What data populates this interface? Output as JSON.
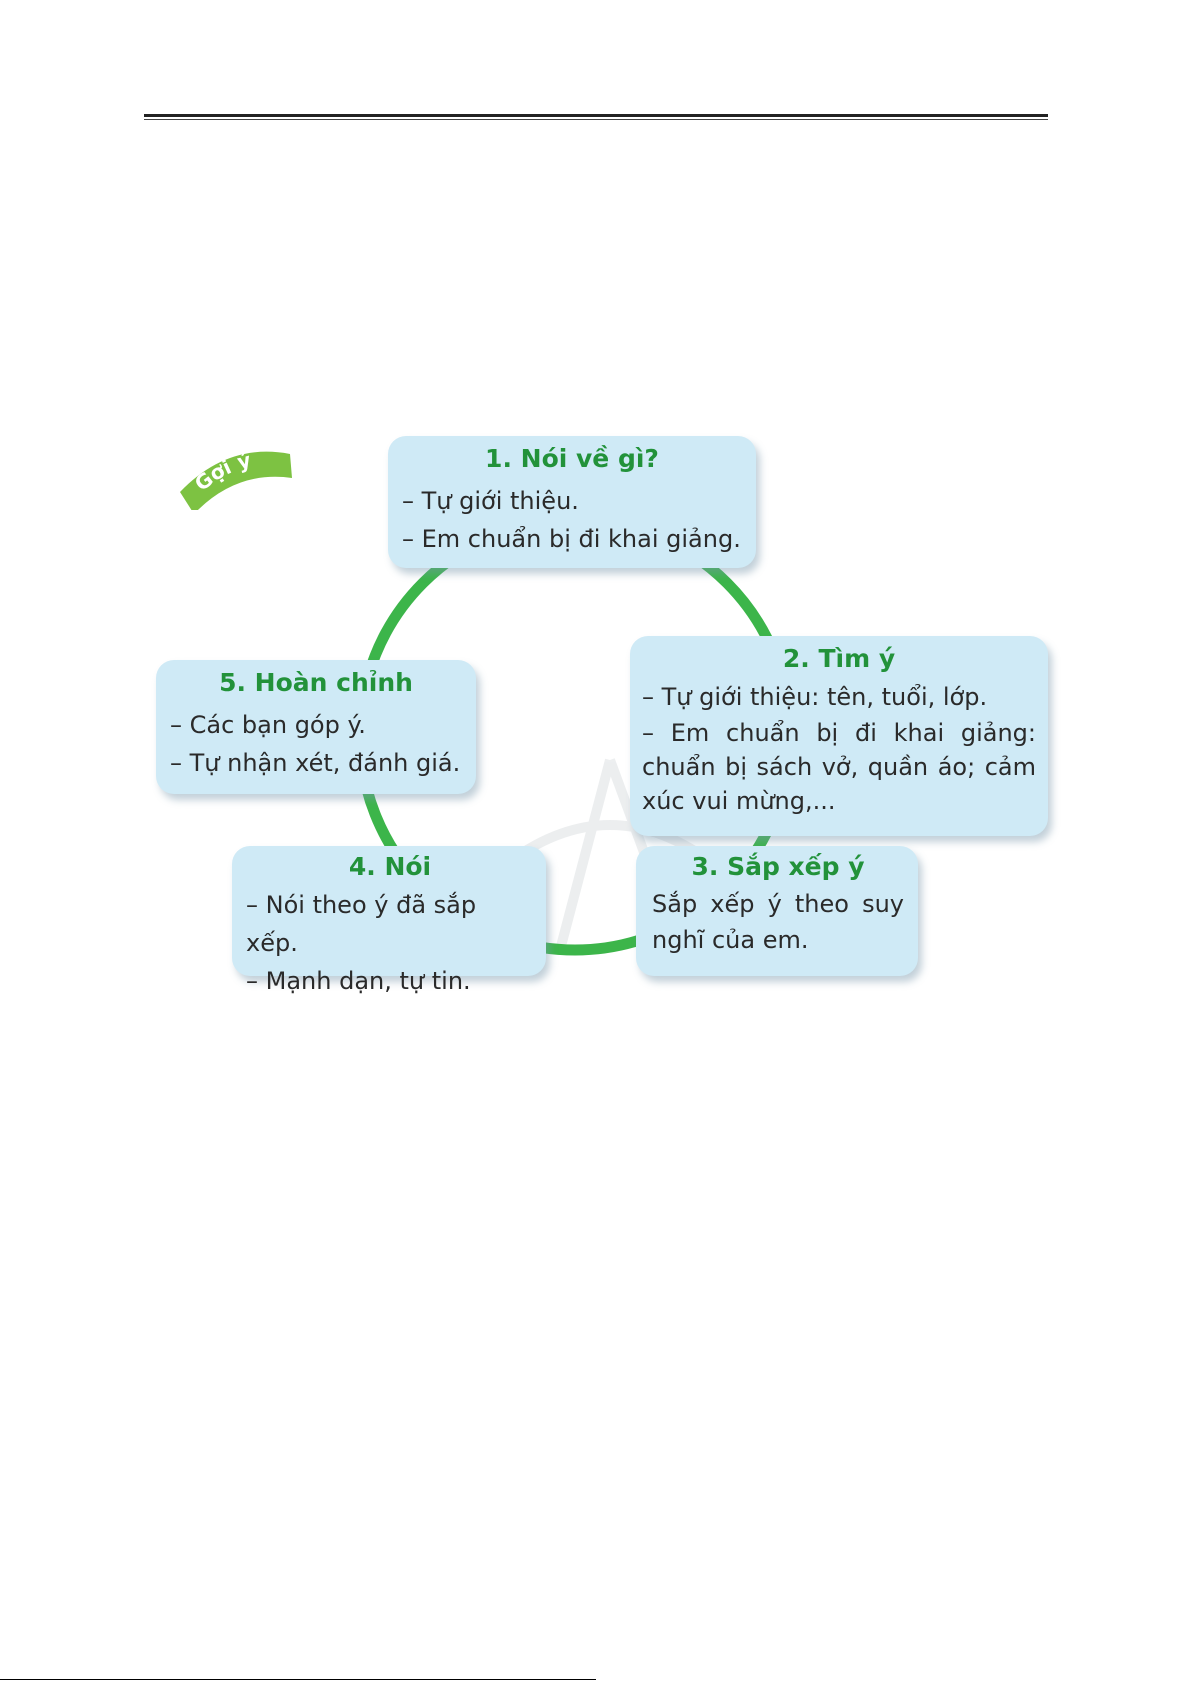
{
  "badge": "Gợi ý",
  "colors": {
    "accent_green": "#3cb54a",
    "title_green": "#22923a",
    "box_fill": "#cfeaf6"
  },
  "steps": [
    {
      "title": "1. Nói về gì?",
      "lines": [
        "– Tự giới thiệu.",
        "– Em chuẩn bị đi khai giảng."
      ]
    },
    {
      "title": "2. Tìm ý",
      "lines": [
        "– Tự giới thiệu: tên, tuổi, lớp.",
        "– Em chuẩn bị đi khai giảng: chuẩn bị sách vở, quần áo; cảm xúc vui mừng,..."
      ]
    },
    {
      "title": "3. Sắp xếp ý",
      "lines": [
        "Sắp xếp ý theo suy nghĩ của em."
      ]
    },
    {
      "title": "4. Nói",
      "lines": [
        "– Nói theo ý đã sắp xếp.",
        "– Mạnh dạn, tự tin."
      ]
    },
    {
      "title": "5. Hoàn chỉnh",
      "lines": [
        "– Các bạn góp ý.",
        "– Tự nhận xét, đánh giá."
      ]
    }
  ]
}
